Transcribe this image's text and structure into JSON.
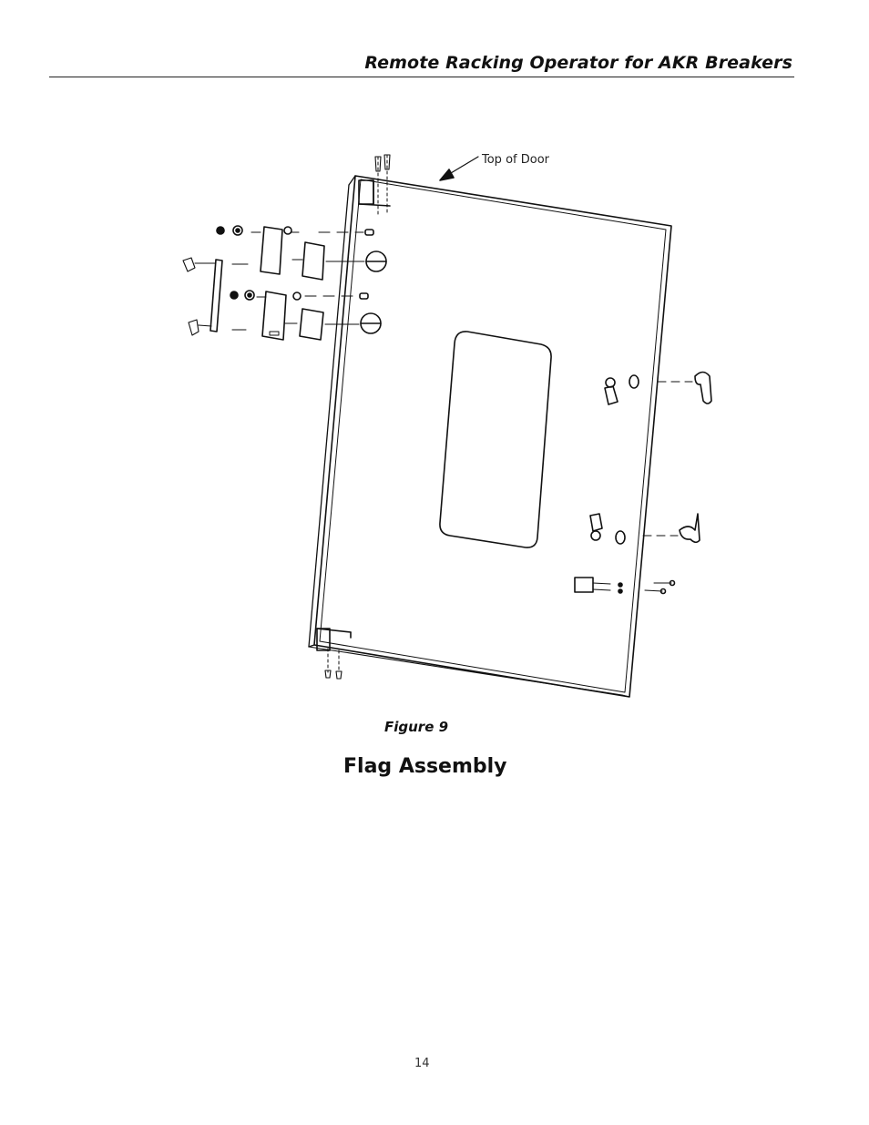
{
  "header": {
    "title": "Remote Racking Operator for AKR Breakers"
  },
  "figure": {
    "callout": "Top of Door",
    "number": "Figure 9",
    "title": "Flag Assembly"
  },
  "footer": {
    "page_number": "14"
  }
}
